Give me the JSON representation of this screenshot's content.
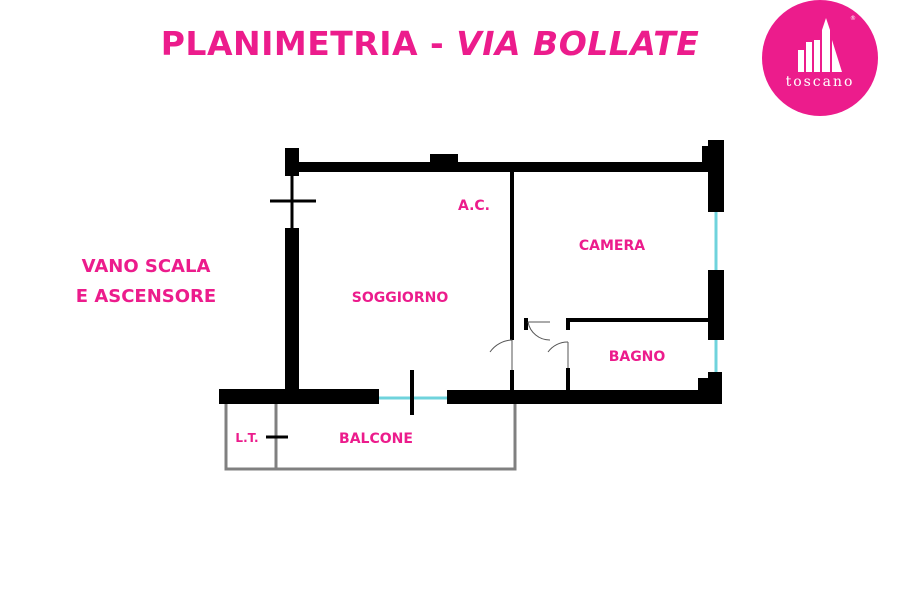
{
  "header": {
    "title_main": "PLANIMETRIA - ",
    "title_sub": "VIA BOLLATE"
  },
  "logo": {
    "brand": "toscano",
    "registered_mark": "®",
    "color": "#ec1c8c"
  },
  "plan": {
    "rooms": {
      "ac": "A.C.",
      "camera": "CAMERA",
      "soggiorno": "SOGGIORNO",
      "bagno": "BAGNO",
      "balcone": "BALCONE",
      "lt": "L.T."
    },
    "stair_line1": "VANO SCALA",
    "stair_line2": "E ASCENSORE"
  },
  "colors": {
    "accent": "#ec1c8c",
    "wall": "#000000",
    "window": "#6fd3dc",
    "balcony": "#808080"
  }
}
